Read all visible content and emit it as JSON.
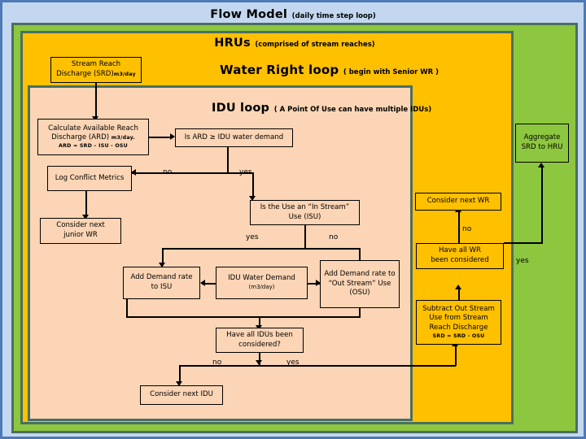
{
  "diagram": {
    "title_main": "Flow Model",
    "title_sub": "(daily time step loop)",
    "hru_main": "HRUs",
    "hru_sub": "(comprised of stream reaches)",
    "wr_main": "Water Right loop",
    "wr_sub": "( begin with Senior WR )",
    "idu_main": "IDU loop",
    "idu_sub": "( A Point Of Use can have multiple IDUs)"
  },
  "colors": {
    "page_background": "#c3d8f0",
    "page_border": "#4e7ab5",
    "hru_fill": "#8dc63f",
    "wr_fill": "#ffc000",
    "idu_fill": "#fbd5b5",
    "container_border": "#4a6f62",
    "node_border": "#000000"
  },
  "nodes": {
    "stream_reach": {
      "line1": "Stream Reach",
      "line2": "Discharge (SRD)",
      "units": "m3/day"
    },
    "calc_ard": {
      "line1": "Calculate Available Reach",
      "line2": "Discharge (ARD)",
      "units": "m3/day.",
      "formula": "ARD = SRD  –  ISU - OSU"
    },
    "is_ard_ge": {
      "line1": "Is ARD ≥ IDU water demand"
    },
    "log_conflict": {
      "line1": "Log Conflict Metrics"
    },
    "consider_next_junior_wr": {
      "line1": "Consider next",
      "line2": "junior WR"
    },
    "is_isu": {
      "line1": "Is the Use an “In Stream”",
      "line2": "Use (ISU)"
    },
    "add_isu": {
      "line1": "Add Demand rate",
      "line2": "to ISU"
    },
    "idu_water_demand": {
      "line1": "IDU Water Demand",
      "line2": "(m3/day)"
    },
    "add_osu": {
      "line1": "Add Demand rate to",
      "line2": "“Out Stream” Use",
      "line3": "(OSU)"
    },
    "all_idus": {
      "line1": "Have all IDUs been",
      "line2": "considered?"
    },
    "consider_next_idu": {
      "line1": "Consider next IDU"
    },
    "consider_next_wr": {
      "line1": "Consider next WR"
    },
    "all_wr": {
      "line1": "Have all WR",
      "line2": "been considered"
    },
    "subtract_osu": {
      "line1": "Subtract Out Stream",
      "line2": "Use from Stream",
      "line3": "Reach Discharge",
      "formula": "SRD = SRD - OSU"
    },
    "aggregate_srd": {
      "line1": "Aggregate",
      "line2": "SRD to HRU"
    }
  },
  "edge_labels": {
    "ard_no": "no",
    "ard_yes": "yes",
    "isu_yes": "yes",
    "isu_no": "no",
    "idus_no": "no",
    "idus_yes": "yes",
    "wr_no": "no",
    "wr_yes": "yes"
  }
}
